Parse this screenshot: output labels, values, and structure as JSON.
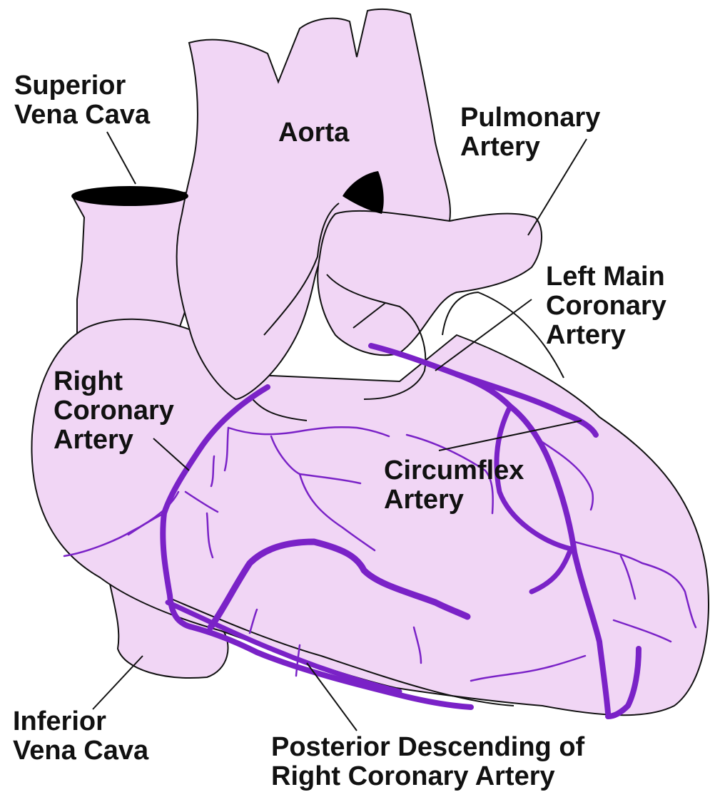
{
  "colors": {
    "heart_fill": "#f1d6f5",
    "outline": "#111111",
    "artery": "#7a22c7",
    "vessel_opening": "#000000",
    "background": "#ffffff"
  },
  "labels": {
    "superior_vena_cava": [
      "Superior",
      "Vena Cava"
    ],
    "aorta": [
      "Aorta"
    ],
    "pulmonary_artery": [
      "Pulmonary",
      "Artery"
    ],
    "left_main_coronary_artery": [
      "Left Main",
      "Coronary",
      "Artery"
    ],
    "right_coronary_artery": [
      "Right",
      "Coronary",
      "Artery"
    ],
    "circumflex_artery": [
      "Circumflex",
      "Artery"
    ],
    "inferior_vena_cava": [
      "Inferior",
      "Vena Cava"
    ],
    "posterior_descending": [
      "Posterior Descending of",
      "Right Coronary Artery"
    ]
  }
}
